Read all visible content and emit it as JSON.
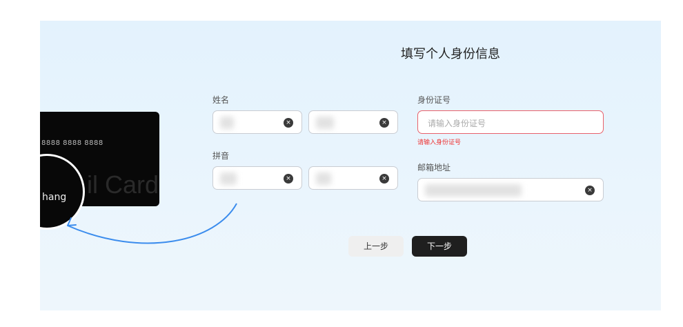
{
  "title": "填写个人身份信息",
  "card": {
    "number": "8888 8888 8888",
    "name": "hang",
    "watermark": "il Card"
  },
  "form": {
    "name_label": "姓名",
    "pinyin_label": "拼音",
    "id_label": "身份证号",
    "id_placeholder": "请输入身份证号",
    "id_error": "请输入身份证号",
    "email_label": "邮箱地址",
    "clear_glyph": "×"
  },
  "buttons": {
    "prev": "上一步",
    "next": "下一步"
  },
  "colors": {
    "error": "#e8606a",
    "primary_button": "#1f1f1f",
    "arrow": "#3b8ced"
  }
}
